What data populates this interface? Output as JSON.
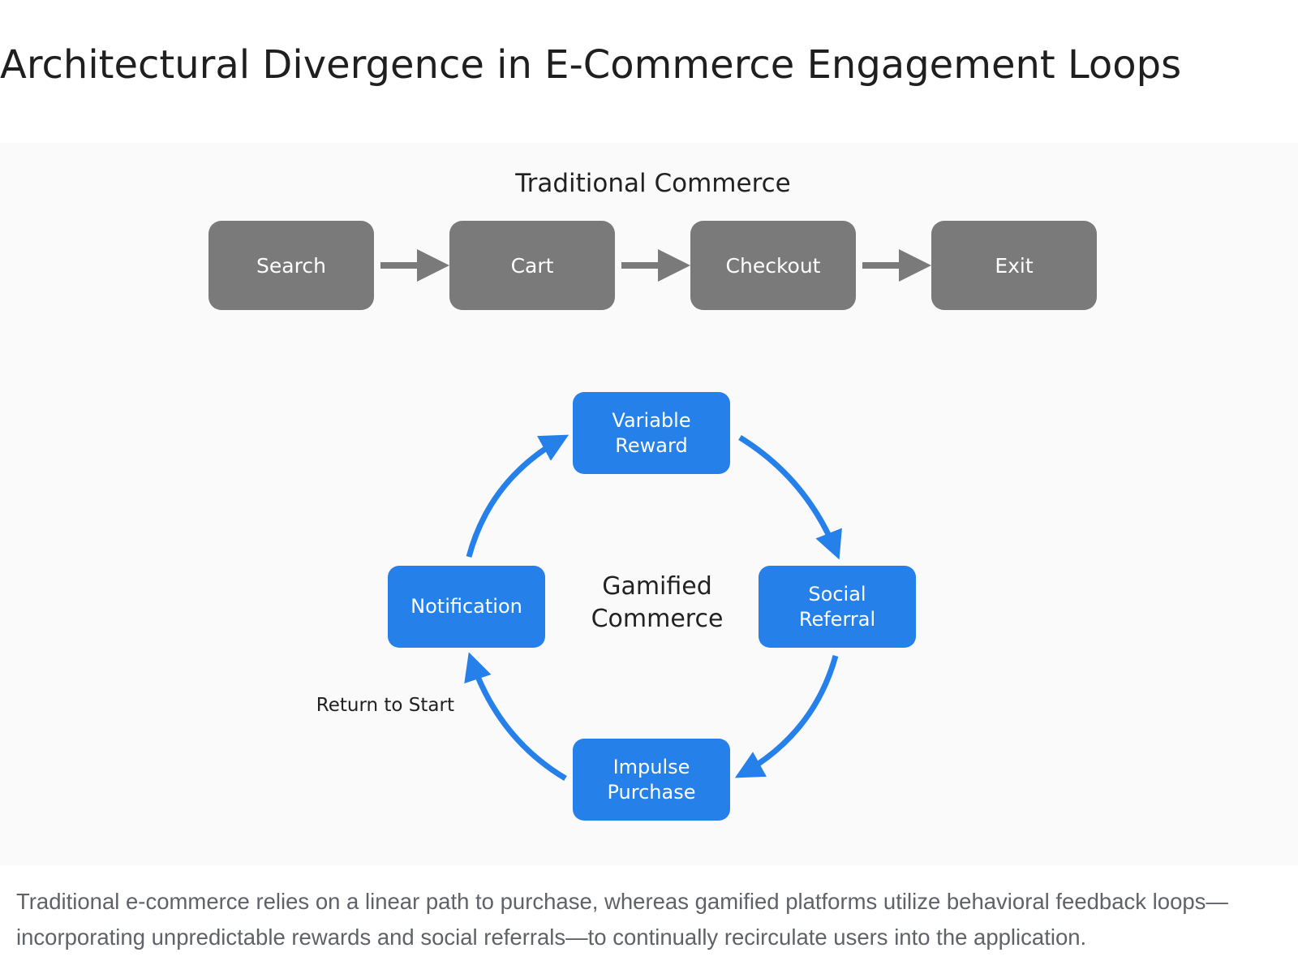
{
  "title": "Architectural Divergence in E-Commerce Engagement Loops",
  "traditional": {
    "title": "Traditional Commerce",
    "steps": [
      "Search",
      "Cart",
      "Checkout",
      "Exit"
    ],
    "color": "#7a7a7a"
  },
  "gamified": {
    "title": "Gamified\nCommerce",
    "nodes": {
      "variable_reward": "Variable\nReward",
      "social_referral": "Social\nReferral",
      "impulse_purchase": "Impulse\nPurchase",
      "notification": "Notification"
    },
    "return_label": "Return to Start",
    "color": "#2680ea"
  },
  "caption": "Traditional e-commerce relies on a linear path to purchase, whereas gamified platforms utilize behavioral feedback loops—incorporating unpredictable rewards and social referrals—to continually recirculate users into the application."
}
